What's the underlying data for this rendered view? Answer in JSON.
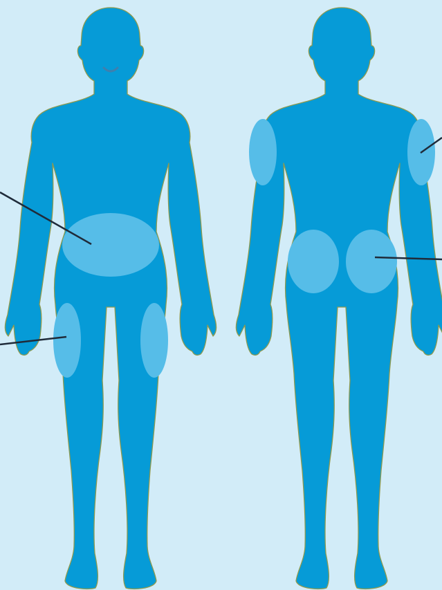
{
  "colors": {
    "background": "#d2ecf8",
    "body_fill": "#069bd7",
    "body_outline": "#8f9a4e",
    "injection_site": "#56bde8",
    "leader_line": "#1f2b3a",
    "mouth": "#3f7fae"
  },
  "figures": [
    {
      "id": "front",
      "view": "front",
      "highlighted_sites": [
        "abdomen",
        "left-thigh",
        "right-thigh"
      ],
      "callout_lines": [
        "abdomen",
        "thigh"
      ]
    },
    {
      "id": "back",
      "view": "back",
      "highlighted_sites": [
        "left-upper-arm",
        "right-upper-arm",
        "left-buttock",
        "right-buttock"
      ],
      "callout_lines": [
        "upper-arm",
        "buttock"
      ]
    }
  ]
}
